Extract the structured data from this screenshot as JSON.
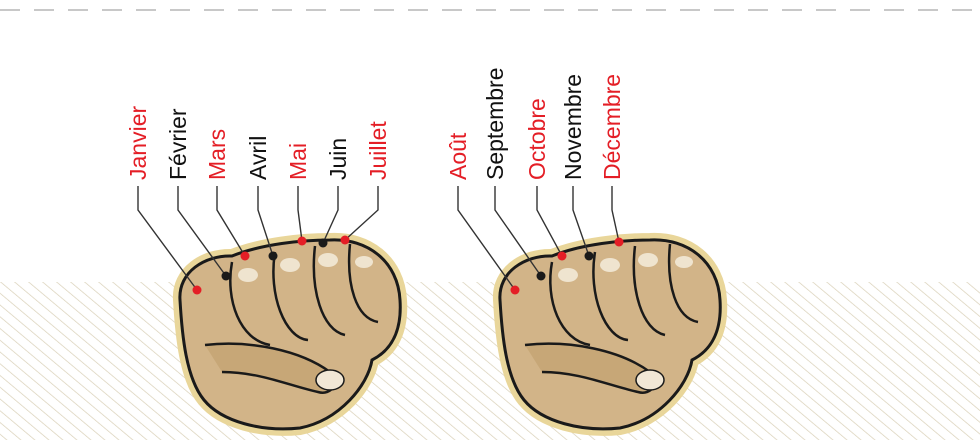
{
  "colors": {
    "long_month": "#e41e26",
    "short_month": "#111111",
    "skin_fill": "#d2b488",
    "skin_shade": "#b89a6c",
    "fist_outline": "#1a1a1a",
    "fist_halo": "#e9d69a",
    "hatch": "#d8cfb6",
    "leader_line": "#333333",
    "dashes": "#c8c8c8"
  },
  "left_fist": {
    "months": [
      {
        "label": "Janvier",
        "kind": "long"
      },
      {
        "label": "Février",
        "kind": "short"
      },
      {
        "label": "Mars",
        "kind": "long"
      },
      {
        "label": "Avril",
        "kind": "short"
      },
      {
        "label": "Mai",
        "kind": "long"
      },
      {
        "label": "Juin",
        "kind": "short"
      },
      {
        "label": "Juillet",
        "kind": "long"
      }
    ]
  },
  "right_fist": {
    "months": [
      {
        "label": "Août",
        "kind": "long"
      },
      {
        "label": "Septembre",
        "kind": "short"
      },
      {
        "label": "Octobre",
        "kind": "long"
      },
      {
        "label": "Novembre",
        "kind": "short"
      },
      {
        "label": "Décembre",
        "kind": "long"
      }
    ]
  }
}
